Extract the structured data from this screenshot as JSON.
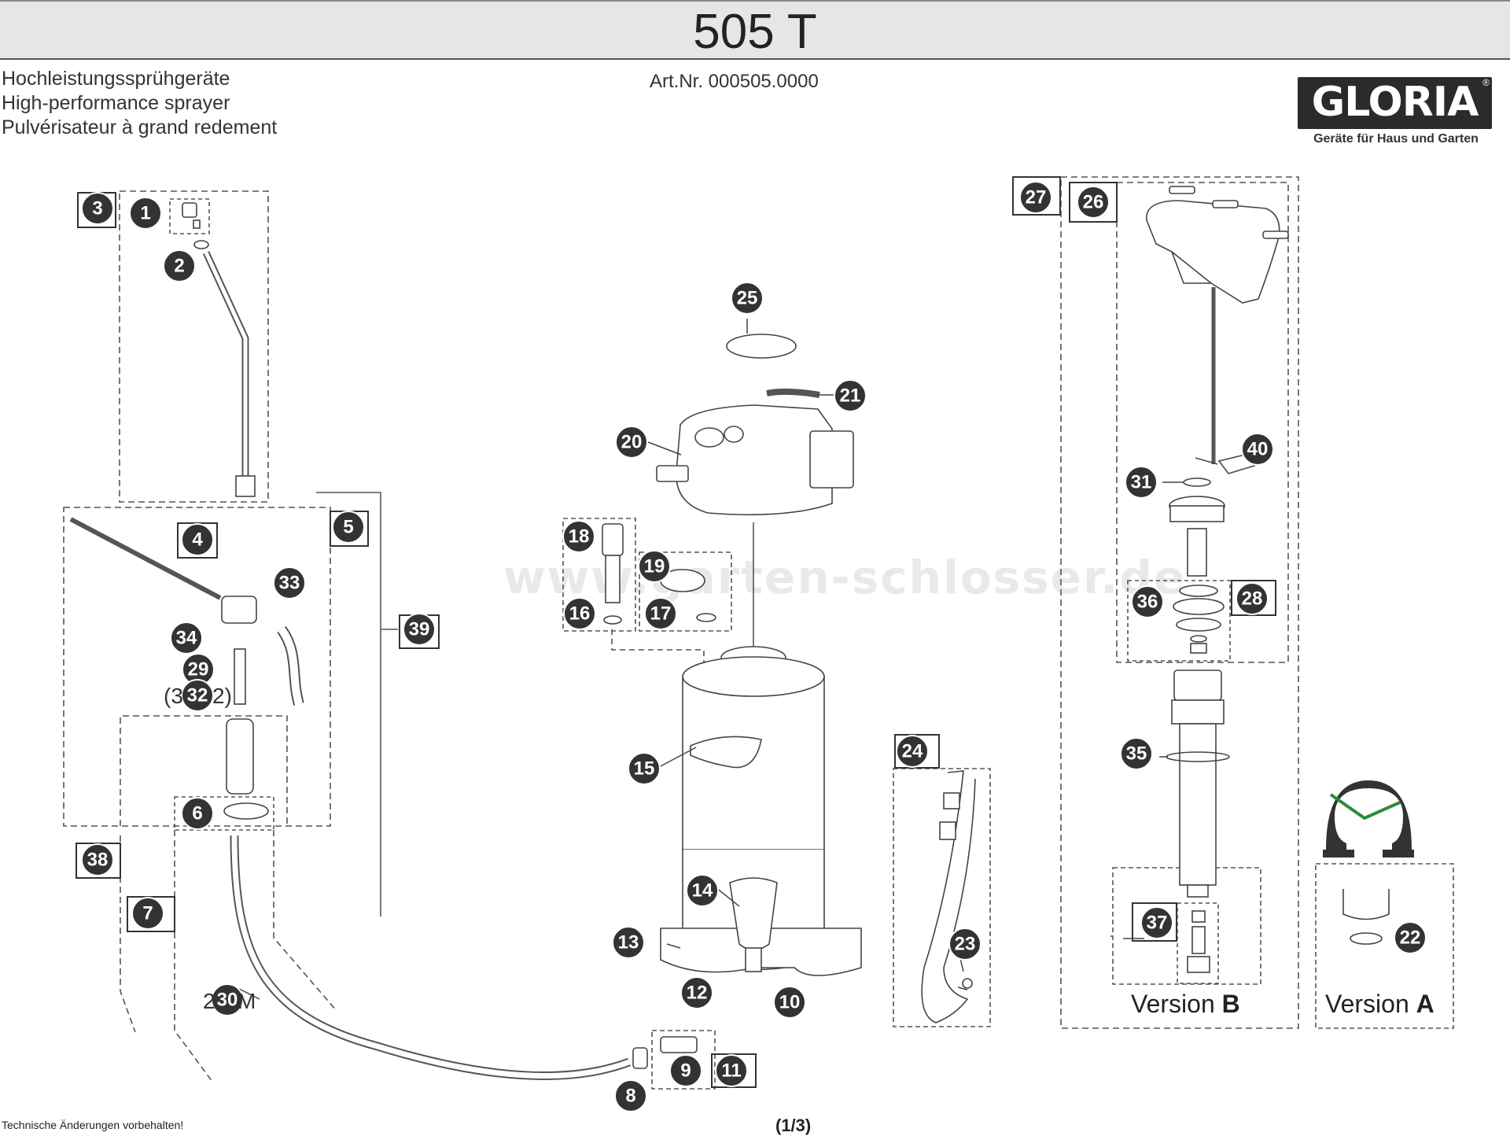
{
  "header": {
    "title": "505 T",
    "art_nr": "Art.Nr. 000505.0000"
  },
  "product_names": [
    "Hochleistungssprühgeräte",
    "High-performance sprayer",
    "Pulvérisateur à grand redement"
  ],
  "brand": {
    "logo_text": "GLORIA",
    "registered": "®",
    "slogan": "Geräte für Haus und Garten"
  },
  "watermark": "www.garten-schlosser.de",
  "versions": {
    "b": {
      "prefix": "Version",
      "letter": "B"
    },
    "a": {
      "prefix": "Version",
      "letter": "A"
    }
  },
  "part_labels": {
    "p1": "1",
    "p2": "2",
    "p3": "3",
    "p4": "4",
    "p5": "5",
    "p6": "6",
    "p7": "7",
    "p8": "8",
    "p9": "9",
    "p10": "10",
    "p11": "11",
    "p12": "12",
    "p13": "13",
    "p14": "14",
    "p15": "15",
    "p16": "16",
    "p17": "17",
    "p18": "18",
    "p19": "19",
    "p20": "20",
    "p21": "21",
    "p22": "22",
    "p23": "23",
    "p24": "24",
    "p25": "25",
    "p26": "26",
    "p27": "27",
    "p28": "28",
    "p29": "29",
    "p30": "30",
    "p31": "31",
    "p32": "32",
    "p33": "33",
    "p34": "34",
    "p35": "35",
    "p36": "36",
    "p37": "37",
    "p38": "38",
    "p39": "39",
    "p40": "40"
  },
  "extra_text": {
    "x32": "(3",
    "x32b": "2)",
    "x30a": "2",
    "x30b": "M"
  },
  "footer": {
    "note": "Technische Änderungen vorbehalten!",
    "page": "(1/3)"
  },
  "colors": {
    "part_bubble": "#333333",
    "line": "#555555",
    "title_bar": "#e6e6e6"
  }
}
